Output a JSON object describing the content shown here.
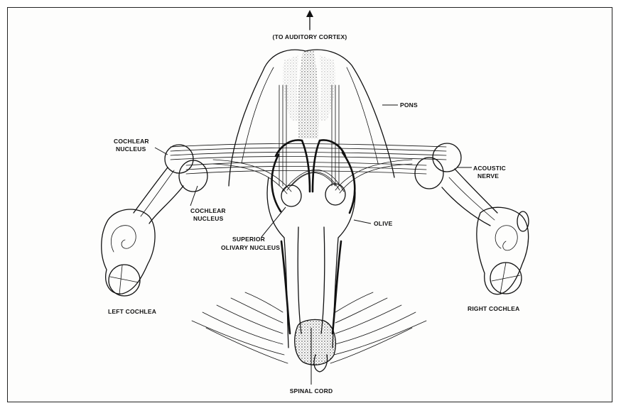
{
  "labels": {
    "to_cortex": "(TO AUDITORY CORTEX)",
    "pons": "PONS",
    "cochlear_nucleus_left_1": "COCHLEAR",
    "cochlear_nucleus_left_2": "NUCLEUS",
    "cochlear_nucleus_inner_1": "COCHLEAR",
    "cochlear_nucleus_inner_2": "NUCLEUS",
    "acoustic_nerve_1": "ACOUSTIC",
    "acoustic_nerve_2": "NERVE",
    "olive": "OLIVE",
    "superior_olivary_1": "SUPERIOR",
    "superior_olivary_2": "OLIVARY NUCLEUS",
    "left_cochlea": "LEFT COCHLEA",
    "right_cochlea": "RIGHT COCHLEA",
    "spinal_cord": "SPINAL CORD"
  },
  "colors": {
    "ink": "#111111",
    "paper": "#fdfdfc"
  }
}
